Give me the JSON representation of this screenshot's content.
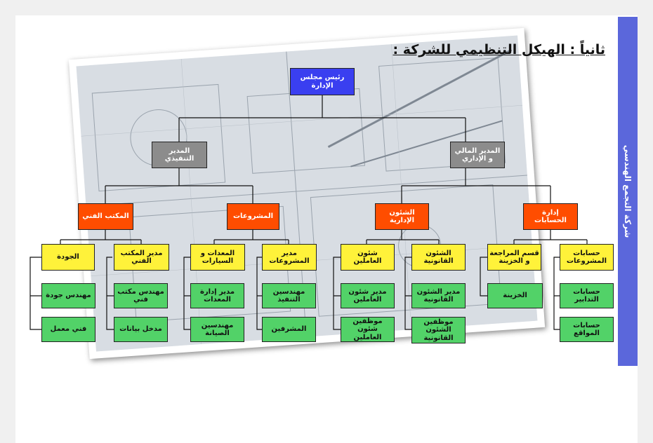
{
  "heading": "ثانياً : الهيكل التنظيمي للشركة :",
  "sidebar_text": "شركة التجمع الهندسي",
  "colors": {
    "board": "#3a3ff0",
    "manager": "#8c8c8c",
    "department": "#ff4d00",
    "section": "#fff23a",
    "staff": "#52d268",
    "sidebar": "#5b67db"
  },
  "org": {
    "board": "رئيس مجلس الإدارة",
    "managers": {
      "executive": "المدير التنفيذي",
      "finance_admin": "المدير المالي و الإداري"
    },
    "departments": {
      "technical": "المكتب الفني",
      "projects": "المشروعات",
      "admin_affairs": "الشئون الإدارية",
      "accounts": "إدارة الحسابات"
    },
    "sections": {
      "quality": "الجودة",
      "tech_office_manager": "مدير المكتب الفني",
      "equipment": "المعدات و السيارات",
      "projects_manager": "مدير المشروعات",
      "personnel": "شئون العاملين",
      "legal": "الشئون القانونية",
      "audit_treasury": "قسم المراجعة و الخزينة",
      "project_accounts": "حسابات المشروعات"
    },
    "staff": {
      "quality_engineer": "مهندس جودة",
      "lab_technician": "فني معمل",
      "tech_office_engineer": "مهندس مكتب فني",
      "data_entry": "مدخل بيانات",
      "equipment_manager": "مدير إدارة المعدات",
      "maintenance_engineers": "مهندسين الصيانة",
      "execution_engineers": "مهندسين التنفيذ",
      "supervisors": "المشرفين",
      "personnel_manager": "مدير شئون العاملين",
      "personnel_staff": "موظفين شئون العاملين",
      "legal_manager": "مدير الشئون القانونية",
      "legal_staff": "موظفين الشئون القانونية",
      "treasury": "الخزينة",
      "arrangement_accounts": "حسابات التدابير",
      "site_accounts": "حسابات المواقع"
    }
  }
}
